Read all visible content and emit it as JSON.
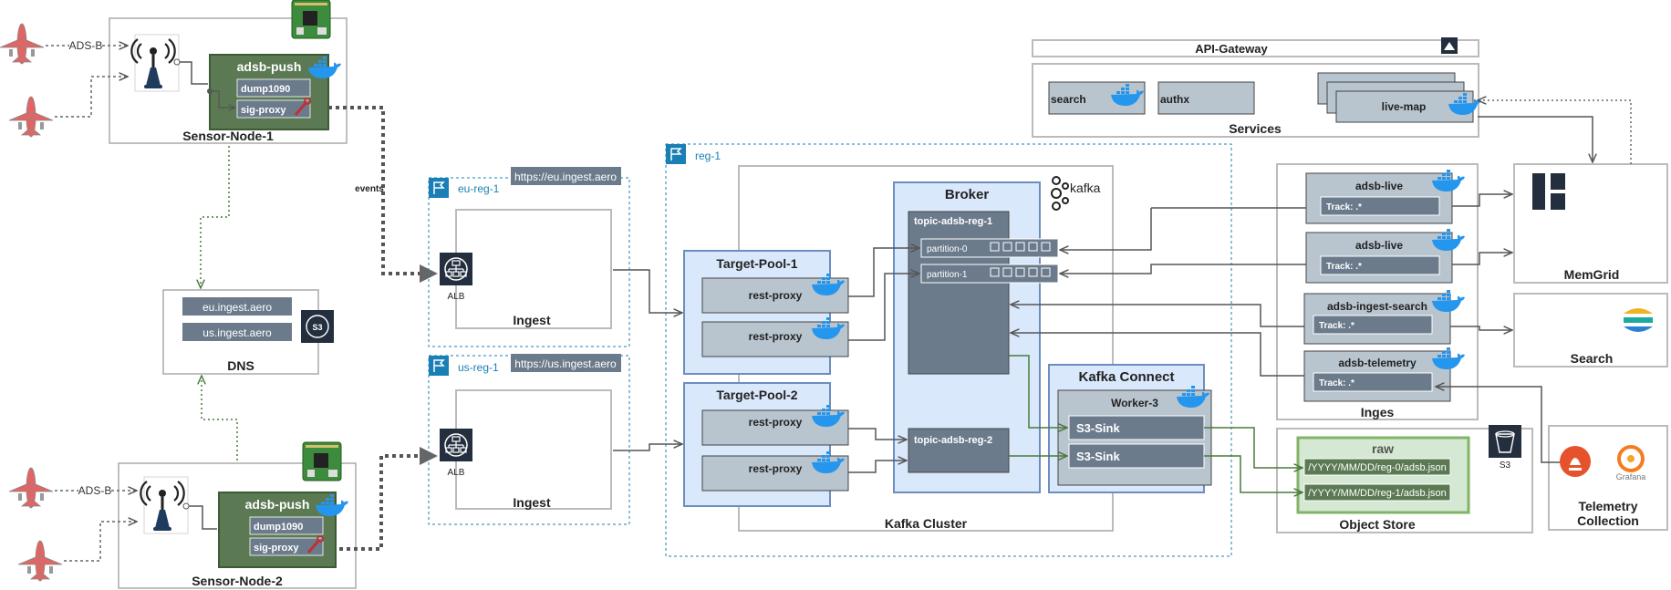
{
  "sensor_nodes": [
    {
      "title": "Sensor-Node-1",
      "push_title": "adsb-push",
      "dump": "dump1090",
      "proxy": "sig-proxy",
      "adsb_label": "ADS-B"
    },
    {
      "title": "Sensor-Node-2",
      "push_title": "adsb-push",
      "dump": "dump1090",
      "proxy": "sig-proxy",
      "adsb_label": "ADS-B"
    }
  ],
  "events_label": "events",
  "dns": {
    "title": "DNS",
    "records": [
      "eu.ingest.aero",
      "us.ingest.aero"
    ],
    "icon_text": "S3"
  },
  "regions": [
    {
      "flag": "eu-reg-1",
      "url": "https://eu.ingest.aero",
      "alb": "ALB",
      "ingest": "Ingest"
    },
    {
      "flag": "us-reg-1",
      "url": "https://us.ingest.aero",
      "alb": "ALB",
      "ingest": "Ingest"
    }
  ],
  "reg1": {
    "flag": "reg-1"
  },
  "target_pools": [
    {
      "title": "Target-Pool-1",
      "proxies": [
        "rest-proxy",
        "rest-proxy"
      ]
    },
    {
      "title": "Target-Pool-2",
      "proxies": [
        "rest-proxy",
        "rest-proxy"
      ]
    }
  ],
  "broker": {
    "title": "Broker",
    "kafka": "kafka",
    "topic1": "topic-adsb-reg-1",
    "partitions": [
      "partition-0",
      "partition-1"
    ],
    "topic2": "topic-adsb-reg-2"
  },
  "kafka_cluster": "Kafka Cluster",
  "kafka_connect": {
    "title": "Kafka Connect",
    "worker": "Worker-3",
    "sinks": [
      "S3-Sink",
      "S3-Sink"
    ]
  },
  "api_gateway": "API-Gateway",
  "services": {
    "title": "Services",
    "items": [
      "search",
      "authx",
      "live-map"
    ]
  },
  "inges": {
    "title": "Inges",
    "consumers": [
      {
        "name": "adsb-live",
        "track": "Track: .*"
      },
      {
        "name": "adsb-live",
        "track": "Track: .*"
      },
      {
        "name": "adsb-ingest-search",
        "track": "Track: .*"
      },
      {
        "name": "adsb-telemetry",
        "track": "Track: .*"
      }
    ]
  },
  "memgrid": "MemGrid",
  "search": "Search",
  "object_store": {
    "title": "Object Store",
    "bucket": "raw",
    "s3": "S3",
    "paths": [
      "/YYYY/MM/DD/reg-0/adsb.json",
      "/YYYY/MM/DD/reg-1/adsb.json"
    ]
  },
  "telemetry": {
    "title_line1": "Telemetry",
    "title_line2": "Collection",
    "grafana": "Grafana"
  },
  "colors": {
    "dark_green": "#5b7a53",
    "dark_slate": "#6b7b8c",
    "light_slate": "#b8c4ce",
    "blue_fill": "#dae8fc",
    "blue_border": "#6c8ebf",
    "green_fill": "#d5e8d4",
    "green_border": "#82b366",
    "teal": "#1a7fb5",
    "icon_dark": "#232f3e"
  }
}
